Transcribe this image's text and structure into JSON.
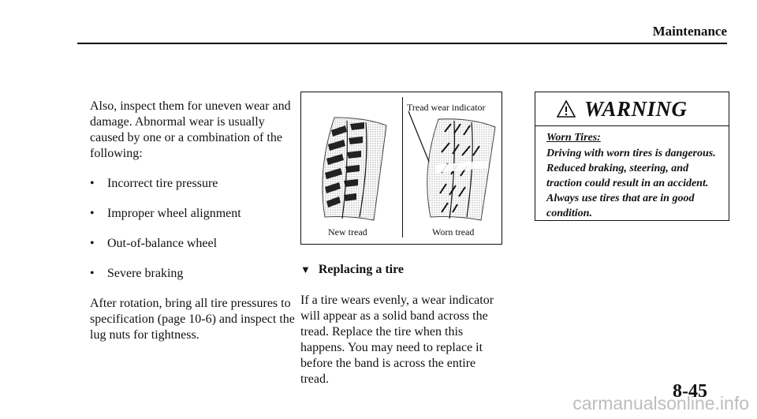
{
  "header": {
    "title": "Maintenance"
  },
  "left_column": {
    "intro": "Also, inspect them for uneven wear and damage. Abnormal wear is usually caused by one or a combination of the following:",
    "bullets": [
      "Incorrect tire pressure",
      "Improper wheel alignment",
      "Out-of-balance wheel",
      "Severe braking"
    ],
    "after": "After rotation, bring all tire pressures to specification (page 10-6) and inspect the lug nuts for tightness."
  },
  "figure": {
    "indicator_label": "Tread wear indicator",
    "new_label": "New tread",
    "worn_label": "Worn tread"
  },
  "middle_column": {
    "heading": "Replacing a tire",
    "body": "If a tire wears evenly, a wear indicator will appear as a solid band across the tread. Replace the tire when this happens. You may need to replace it before the band is across the entire tread."
  },
  "warning": {
    "title": "WARNING",
    "subtitle": "Worn Tires:",
    "body": "Driving with worn tires is dangerous. Reduced braking, steering, and traction could result in an accident. Always use tires that are in good condition."
  },
  "footer": {
    "page_number": "8-45",
    "watermark": "carmanualsonline.info"
  }
}
